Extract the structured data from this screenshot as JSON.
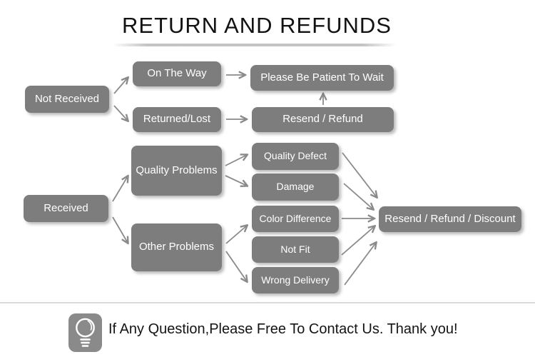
{
  "title": "RETURN AND REFUNDS",
  "flowchart": {
    "nodes": {
      "not_received": "Not Received",
      "on_the_way": "On The Way",
      "returned_lost": "Returned/Lost",
      "please_wait": "Please Be Patient To Wait",
      "resend_refund": "Resend / Refund",
      "received": "Received",
      "quality_problems": "Quality Problems",
      "other_problems": "Other Problems",
      "quality_defect": "Quality Defect",
      "damage": "Damage",
      "color_difference": "Color Difference",
      "not_fit": "Not Fit",
      "wrong_delivery": "Wrong Delivery",
      "resend_refund_discount": "Resend / Refund / Discount"
    },
    "edges": [
      {
        "from": "Not Received",
        "to": "On The Way"
      },
      {
        "from": "Not Received",
        "to": "Returned/Lost"
      },
      {
        "from": "On The Way",
        "to": "Please Be Patient To Wait"
      },
      {
        "from": "Returned/Lost",
        "to": "Resend / Refund"
      },
      {
        "from": "Resend / Refund",
        "to": "Please Be Patient To Wait"
      },
      {
        "from": "Received",
        "to": "Quality Problems"
      },
      {
        "from": "Received",
        "to": "Other Problems"
      },
      {
        "from": "Quality Problems",
        "to": "Quality Defect"
      },
      {
        "from": "Quality Problems",
        "to": "Damage"
      },
      {
        "from": "Other Problems",
        "to": "Color Difference"
      },
      {
        "from": "Other Problems",
        "to": "Wrong Delivery"
      },
      {
        "from": "Quality Defect",
        "to": "Resend / Refund / Discount"
      },
      {
        "from": "Damage",
        "to": "Resend / Refund / Discount"
      },
      {
        "from": "Color Difference",
        "to": "Resend / Refund / Discount"
      },
      {
        "from": "Not Fit",
        "to": "Resend / Refund / Discount"
      },
      {
        "from": "Wrong Delivery",
        "to": "Resend / Refund / Discount"
      }
    ]
  },
  "footer": {
    "message": "If Any Question,Please Free To Contact Us. Thank you!",
    "icon": "lightbulb-icon"
  },
  "colors": {
    "box_fill": "#7d7d7d",
    "box_text": "#ffffff",
    "arrow": "#8a8a8a",
    "title_text": "#121212",
    "divider": "#dadada",
    "footer_icon_fill": "#8a8a8a"
  }
}
